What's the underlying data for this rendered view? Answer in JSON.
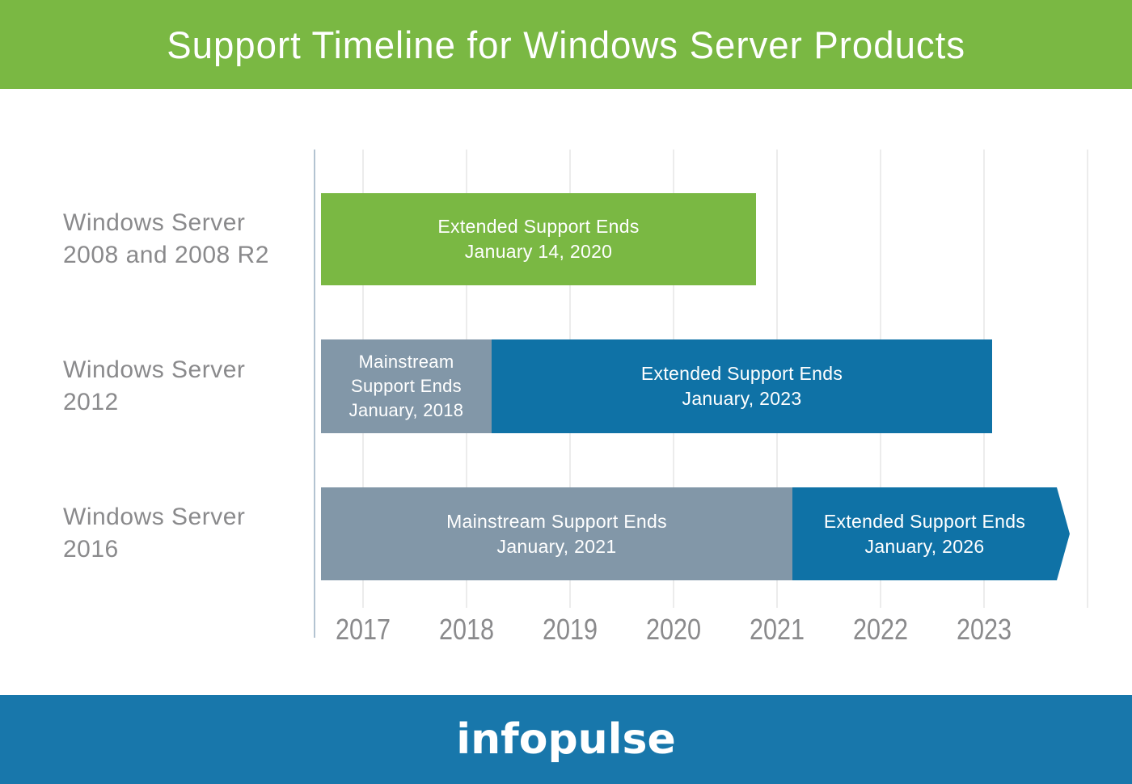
{
  "header": {
    "title": "Support Timeline for Windows Server Products",
    "background": "#7ab843"
  },
  "footer": {
    "logo_text": "infopulse",
    "background": "#1877ab"
  },
  "colors": {
    "green_bar": "#7ab843",
    "blue_bar": "#0f72a6",
    "slate_bar": "#8297a8",
    "header_green": "#7ab843",
    "footer_blue": "#1877ab",
    "label_gray": "#8a8a8c",
    "gridline": "#ececec",
    "axis_line": "#b3c3d1",
    "bar_text": "#ffffff"
  },
  "chart_data": {
    "type": "gantt",
    "title": "Support Timeline for Windows Server Products",
    "x_axis": {
      "ticks": [
        "2017",
        "2018",
        "2019",
        "2020",
        "2021",
        "2022",
        "2023"
      ],
      "grid": true,
      "tick_interval_years": 1,
      "drawn_range_years": [
        2016.5,
        2024.0
      ]
    },
    "rows": [
      {
        "label": "Windows Server 2008 and 2008 R2",
        "label_lines": [
          "Windows Server",
          "2008 and 2008 R2"
        ],
        "segments": [
          {
            "name": "extended-support",
            "lines": [
              "Extended Support Ends",
              "January 14, 2020"
            ],
            "end_date_label": "January 14, 2020",
            "color": "#7ab843",
            "start_year_drawn": 2016.6,
            "end_year_drawn": 2020.8,
            "arrow": false
          }
        ]
      },
      {
        "label": "Windows Server 2012",
        "label_lines": [
          "Windows Server",
          "2012"
        ],
        "segments": [
          {
            "name": "mainstream-support",
            "lines": [
              "Mainstream",
              "Support Ends",
              "January, 2018"
            ],
            "end_date_label": "January, 2018",
            "color": "#8297a8",
            "start_year_drawn": 2016.6,
            "end_year_drawn": 2018.2,
            "arrow": false
          },
          {
            "name": "extended-support",
            "lines": [
              "Extended Support Ends",
              "January, 2023"
            ],
            "end_date_label": "January, 2023",
            "color": "#0f72a6",
            "start_year_drawn": 2018.2,
            "end_year_drawn": 2023.1,
            "arrow": false
          }
        ]
      },
      {
        "label": "Windows Server 2016",
        "label_lines": [
          "Windows Server",
          "2016"
        ],
        "segments": [
          {
            "name": "mainstream-support",
            "lines": [
              "Mainstream Support Ends",
              "January, 2021"
            ],
            "end_date_label": "January, 2021",
            "color": "#8297a8",
            "start_year_drawn": 2016.6,
            "end_year_drawn": 2021.1,
            "arrow": false
          },
          {
            "name": "extended-support",
            "lines": [
              "Extended Support Ends",
              "January, 2026"
            ],
            "end_date_label": "January, 2026",
            "color": "#0f72a6",
            "start_year_drawn": 2021.1,
            "end_year_drawn": 2023.8,
            "arrow": true
          }
        ]
      }
    ]
  }
}
